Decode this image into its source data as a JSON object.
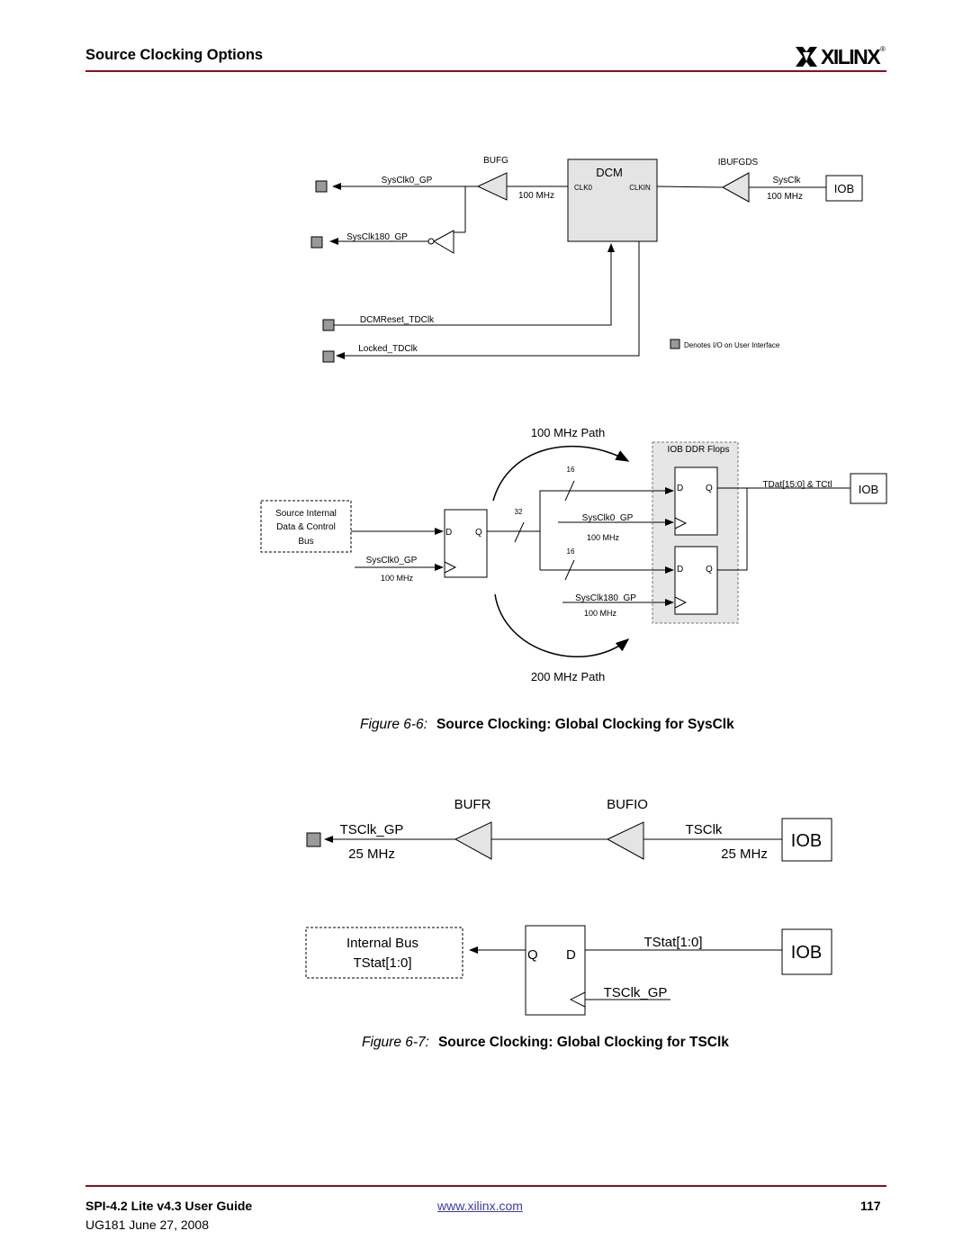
{
  "header": {
    "section_title": "Source Clocking Options",
    "logo_text": "XILINX",
    "logo_reg": "®"
  },
  "figure6": {
    "caption_label": "Figure 6-6:",
    "caption_title": "Source Clocking: Global Clocking for SysClk",
    "top": {
      "bufg": "BUFG",
      "dcm": "DCM",
      "clk0": "CLK0",
      "clkin": "CLKIN",
      "ibufgds": "IBUFGDS",
      "sysclk": "SysClk",
      "iob": "IOB",
      "freq_a": "100 MHz",
      "freq_b": "100 MHz",
      "sysclk0_gp": "SysClk0_GP",
      "sysclk180_gp": "SysClk180_GP",
      "dcmreset": "DCMReset_TDClk",
      "locked": "Locked_TDClk",
      "legend": "Denotes I/O on User Interface"
    },
    "bottom": {
      "path100": "100 MHz Path",
      "path200": "200 MHz Path",
      "iob_ddr": "IOB DDR Flops",
      "tdat": "TDat[15:0] & TCtl",
      "iob": "IOB",
      "src_line1": "Source Internal",
      "src_line2": "Data & Control",
      "src_line3": "Bus",
      "d": "D",
      "q": "Q",
      "bus32": "32",
      "bus16a": "16",
      "bus16b": "16",
      "sysclk0_left": "SysClk0_GP",
      "mhz_left": "100 MHz",
      "sysclk0_mid": "SysClk0_GP",
      "mhz_mid": "100 MHz",
      "sysclk180_mid": "SysClk180_GP",
      "mhz_mid2": "100 MHz"
    }
  },
  "figure7": {
    "caption_label": "Figure 6-7:",
    "caption_title": "Source Clocking: Global Clocking for TSClk",
    "bufr": "BUFR",
    "bufio": "BUFIO",
    "tsclk_gp": "TSClk_GP",
    "tsclk": "TSClk",
    "mhz_left": "25 MHz",
    "mhz_right": "25 MHz",
    "iob1": "IOB",
    "iob2": "IOB",
    "internal_bus": "Internal Bus",
    "tstat_box": "TStat[1:0]",
    "tstat_right": "TStat[1:0]",
    "q": "Q",
    "d": "D",
    "tsclk_gp2": "TSClk_GP"
  },
  "footer": {
    "guide": "SPI-4.2 Lite v4.3 User Guide",
    "doc_id": "UG181 June 27, 2008",
    "link": "www.xilinx.com",
    "page": "117"
  },
  "colors": {
    "rule": "#8b0f1b",
    "port": "#9a9a9a",
    "dcm_fill": "#e4e4e4",
    "ddr_fill": "#e6e6e6",
    "link": "#3b3ba6"
  }
}
